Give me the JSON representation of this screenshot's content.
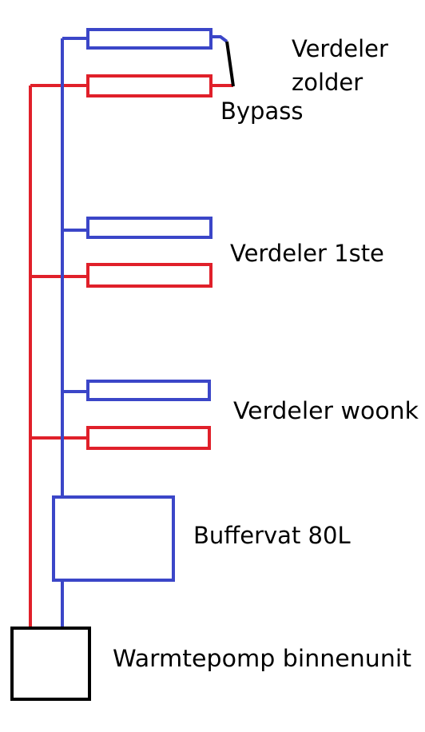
{
  "labels": {
    "verdeler_zolder_line1": "Verdeler",
    "verdeler_zolder_line2": "zolder",
    "bypass": "Bypass",
    "verdeler_1ste": "Verdeler 1ste",
    "verdeler_woonk": "Verdeler woonk",
    "buffervat": "Buffervat 80L",
    "warmtepomp": "Warmtepomp binnenunit"
  },
  "colors": {
    "supply": "#e0202a",
    "return": "#3b46c8",
    "bypass": "#000000",
    "unit": "#000000",
    "background": "#ffffff"
  }
}
